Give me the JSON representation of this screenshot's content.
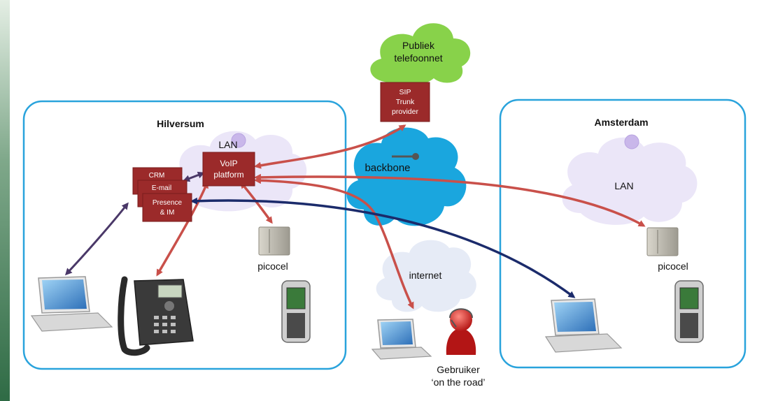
{
  "sites": {
    "hilversum": {
      "title": "Hilversum",
      "lan": "LAN",
      "picocel": "picocel"
    },
    "amsterdam": {
      "title": "Amsterdam",
      "lan": "LAN",
      "picocel": "picocel"
    }
  },
  "clouds": {
    "pstn": {
      "line1": "Publiek",
      "line2": "telefoonnet"
    },
    "backbone": "backbone",
    "internet": "internet"
  },
  "boxes": {
    "sip": {
      "line1": "SIP",
      "line2": "Trunk",
      "line3": "provider"
    },
    "voip": {
      "line1": "VoIP",
      "line2": "platform"
    },
    "crm": "CRM",
    "email": "E-mail",
    "presence": {
      "line1": "Presence",
      "line2": "& IM"
    }
  },
  "roaming_user": {
    "line1": "Gebruiker",
    "line2": "‘on the road’"
  },
  "colors": {
    "site_border": "#29a3dc",
    "pstn_cloud": "#88d24a",
    "backbone_cloud": "#1aa6de",
    "lan_cloud": "#ebe6f8",
    "internet_cloud": "#e6ebf6",
    "box": "#9b2a2a",
    "red_link": "#c9504a",
    "navy_link": "#1b2b6b",
    "purple_link": "#4a3868"
  }
}
